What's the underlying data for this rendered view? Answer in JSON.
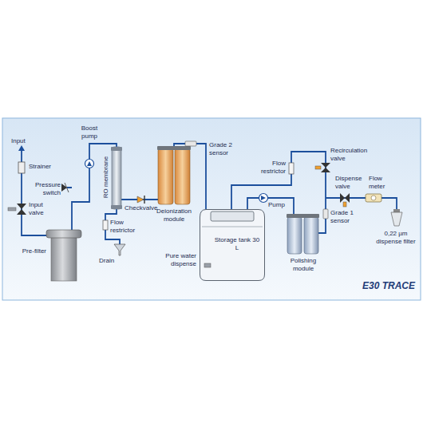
{
  "diagram": {
    "title": "E30 TRACE",
    "nodes": [
      {
        "text": [
          "Storage tank 30 L"
        ]
      }
    ],
    "labels": [
      "Input",
      "Strainer",
      "Input valve",
      "Pre-filter",
      "Pressure switch",
      "Boost pump",
      "RO membrane",
      "Flow restrictor",
      "Drain",
      "Checkvalve",
      "Deionization module",
      "Grade 2 sensor",
      "Pump",
      "Pure water dispense",
      "Flow restrictor",
      "Recirculation valve",
      "Dispense valve",
      "Flow meter",
      "Grade 1 sensor",
      "Polishing module",
      "0,22 µm dispense filter"
    ]
  }
}
